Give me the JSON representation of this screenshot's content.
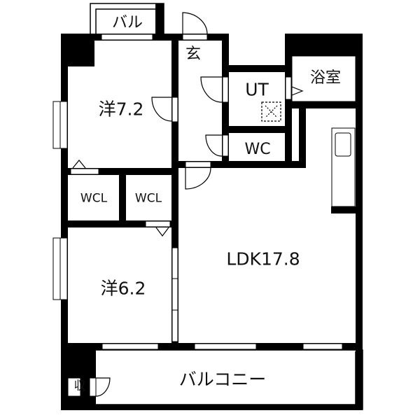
{
  "rooms": {
    "western_72": "洋7.2",
    "western_62": "洋6.2",
    "ldk": "LDK17.8",
    "entrance": "玄",
    "utility": "UT",
    "bath": "浴室",
    "toilet": "WC",
    "wcl_left": "WCL",
    "wcl_right": "WCL",
    "storage": "収",
    "balcony_top": "バル",
    "balcony_main": "バルコニー"
  },
  "colors": {
    "wall": "#000000",
    "background": "#ffffff"
  }
}
